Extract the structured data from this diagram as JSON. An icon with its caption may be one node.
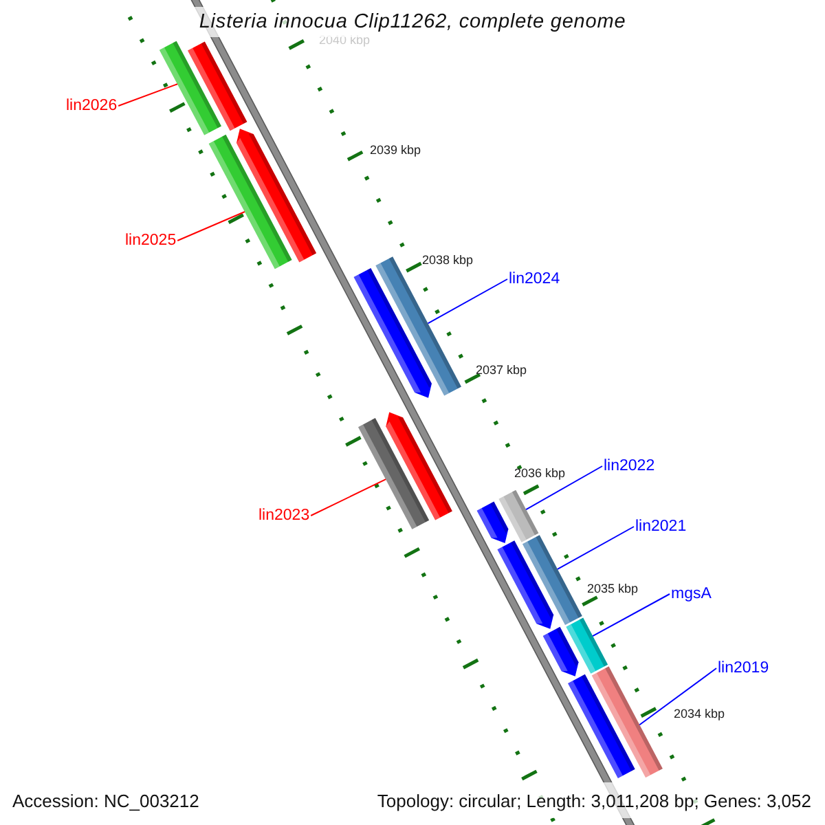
{
  "diagram": {
    "title": "Listeria innocua Clip11262, complete genome",
    "nodes": [
      {
        "text": [
          "lin2026"
        ]
      },
      {
        "text": [
          "lin2025"
        ]
      },
      {
        "text": [
          "lin2024"
        ]
      },
      {
        "text": [
          "lin2023"
        ]
      },
      {
        "text": [
          "lin2022"
        ]
      },
      {
        "text": [
          "lin2021"
        ]
      },
      {
        "text": [
          "mgsA"
        ]
      },
      {
        "text": [
          "lin2019"
        ]
      },
      {
        "text": [],
        "shape": "bar"
      },
      {
        "text": [],
        "shape": "bar"
      },
      {
        "text": [],
        "shape": "bar"
      },
      {
        "text": [],
        "shape": "bar"
      },
      {
        "text": [],
        "shape": "bar"
      },
      {
        "text": [],
        "shape": "bar"
      },
      {
        "text": [],
        "shape": "bar"
      },
      {
        "text": [],
        "shape": "bar"
      },
      {
        "text": [],
        "shape": "bar"
      },
      {
        "text": [],
        "shape": "bar"
      },
      {
        "text": [],
        "shape": "bar"
      },
      {
        "text": [],
        "shape": "bar"
      },
      {
        "text": [],
        "shape": "bar"
      },
      {
        "text": [],
        "shape": "bar"
      },
      {
        "text": [],
        "shape": "bar"
      },
      {
        "text": [],
        "shape": "bar"
      }
    ],
    "edges": [
      {
        "from": 0,
        "to": 8,
        "arrow": "none",
        "color": "#ff0000"
      },
      {
        "from": 1,
        "to": 11,
        "arrow": "none",
        "color": "#ff0000"
      },
      {
        "from": 2,
        "to": 12,
        "arrow": "none"
      },
      {
        "from": 3,
        "to": 15,
        "arrow": "none",
        "color": "#ff0000"
      },
      {
        "from": 4,
        "to": 16,
        "arrow": "none"
      },
      {
        "from": 5,
        "to": 18,
        "arrow": "none"
      },
      {
        "from": 6,
        "to": 20,
        "arrow": "none"
      },
      {
        "from": 7,
        "to": 22,
        "arrow": "none"
      }
    ],
    "labels": [
      "2040 kbp",
      "2039 kbp",
      "2038 kbp",
      "2037 kbp",
      "2036 kbp",
      "2035 kbp",
      "2034 kbp",
      "Accession: NC_003212",
      "Topology: circular; Length: 3,011,208 bp; Genes: 3,052"
    ]
  }
}
